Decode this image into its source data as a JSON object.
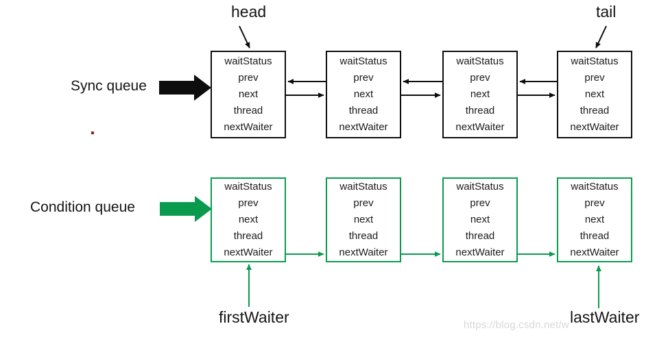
{
  "diagram": {
    "title_text_present": false,
    "colors": {
      "green": "#089b4e",
      "black": "#0d0d0d",
      "text": "#1a1a1a",
      "watermark": "#d8d8d8",
      "background": "#ffffff"
    },
    "node_fields": [
      "waitStatus",
      "prev",
      "next",
      "thread",
      "nextWaiter"
    ],
    "sync_queue": {
      "row_label": "Sync queue",
      "pointer_labels": {
        "head": "head",
        "tail": "tail"
      },
      "nodes": [
        {
          "id": "sync-node-1",
          "fields": [
            "waitStatus",
            "prev",
            "next",
            "thread",
            "nextWaiter"
          ]
        },
        {
          "id": "sync-node-2",
          "fields": [
            "waitStatus",
            "prev",
            "next",
            "thread",
            "nextWaiter"
          ]
        },
        {
          "id": "sync-node-3",
          "fields": [
            "waitStatus",
            "prev",
            "next",
            "thread",
            "nextWaiter"
          ]
        },
        {
          "id": "sync-node-4",
          "fields": [
            "waitStatus",
            "prev",
            "next",
            "thread",
            "nextWaiter"
          ]
        }
      ]
    },
    "condition_queue": {
      "row_label": "Condition queue",
      "pointer_labels": {
        "first": "firstWaiter",
        "last": "lastWaiter"
      },
      "nodes": [
        {
          "id": "cond-node-1",
          "fields": [
            "waitStatus",
            "prev",
            "next",
            "thread",
            "nextWaiter"
          ]
        },
        {
          "id": "cond-node-2",
          "fields": [
            "waitStatus",
            "prev",
            "next",
            "thread",
            "nextWaiter"
          ]
        },
        {
          "id": "cond-node-3",
          "fields": [
            "waitStatus",
            "prev",
            "next",
            "thread",
            "nextWaiter"
          ]
        },
        {
          "id": "cond-node-4",
          "fields": [
            "waitStatus",
            "prev",
            "next",
            "thread",
            "nextWaiter"
          ]
        }
      ]
    },
    "watermark": "https://blog.csdn.net/w"
  }
}
